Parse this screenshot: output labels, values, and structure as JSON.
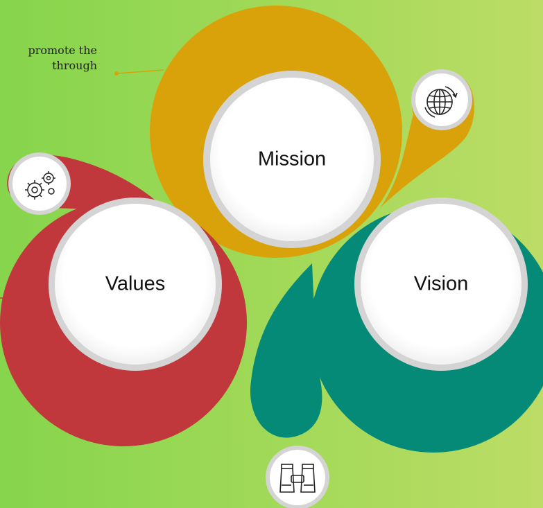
{
  "colors": {
    "background_left": "#8bd64e",
    "background_right": "#b5dd62",
    "mission": "#d9a20b",
    "values": "#c0373c",
    "vision": "#058a78",
    "inner_ring": "#d4d4d4",
    "inner_fill": "#ffffff"
  },
  "callouts": {
    "mission_line1": "promote the",
    "mission_line2": "through"
  },
  "nodes": {
    "mission": {
      "label": "Mission",
      "icon": "globe-icon"
    },
    "values": {
      "label": "Values",
      "icon": "gears-icon"
    },
    "vision": {
      "label": "Vision",
      "icon": "binoculars-icon"
    }
  }
}
